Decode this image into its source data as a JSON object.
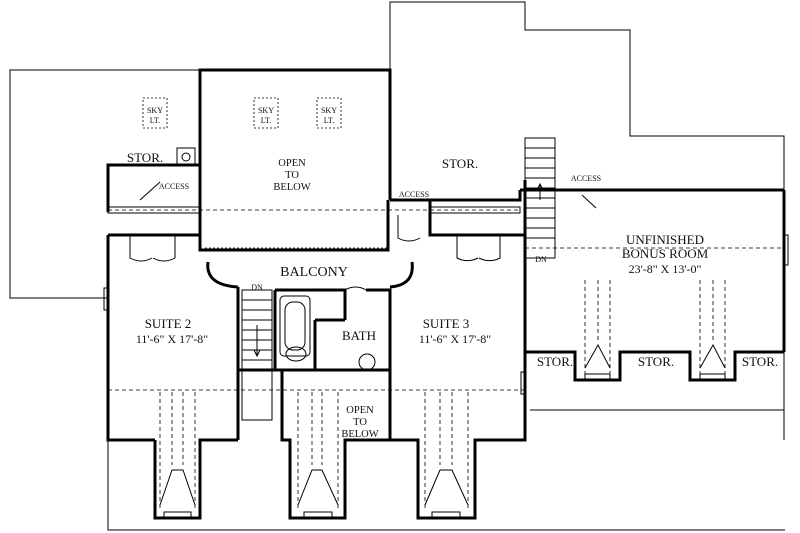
{
  "rooms": {
    "stor_nw": "STOR.",
    "open_top_1": "OPEN",
    "open_top_2": "TO",
    "open_top_3": "BELOW",
    "stor_north": "STOR.",
    "balcony": "BALCONY",
    "suite2_name": "SUITE 2",
    "suite2_dim": "11'-6\" X 17'-8\"",
    "suite3_name": "SUITE 3",
    "suite3_dim": "11'-6\" X 17'-8\"",
    "bath": "BATH",
    "open_bot_1": "OPEN",
    "open_bot_2": "TO",
    "open_bot_3": "BELOW",
    "bonus_1": "UNFINISHED",
    "bonus_2": "BONUS ROOM",
    "bonus_dim": "23'-8\" X 13'-0\"",
    "stor_e1": "STOR.",
    "stor_e2": "STOR.",
    "stor_e3": "STOR."
  },
  "annotations": {
    "access_1": "ACCESS",
    "access_2": "ACCESS",
    "access_3": "ACCESS",
    "dn_1": "DN",
    "dn_2": "DN",
    "skylight_top": "SKY",
    "skylight_bottom": "LT."
  }
}
